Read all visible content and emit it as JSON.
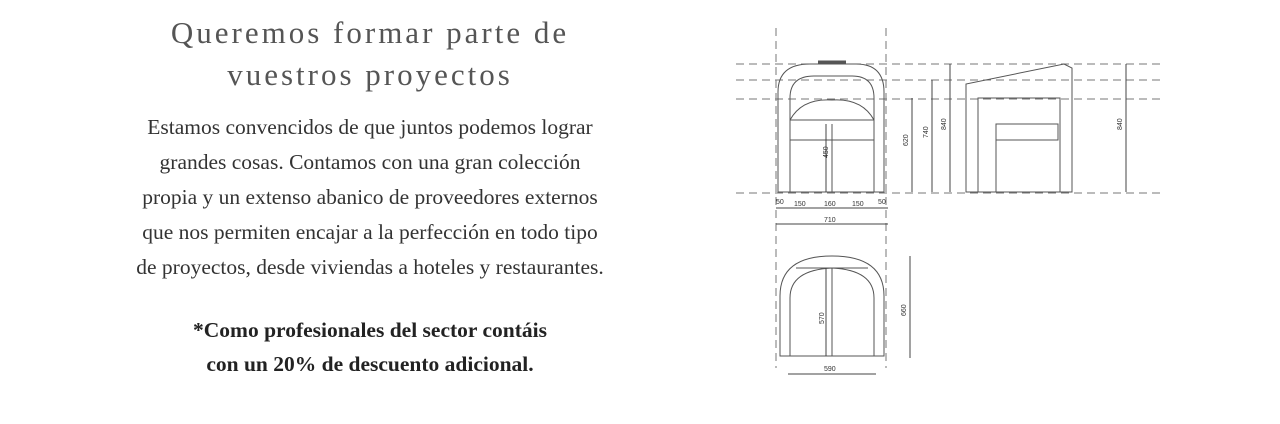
{
  "content": {
    "headline_line1": "Queremos formar parte de",
    "headline_line2": "vuestros proyectos",
    "body_lines": [
      "Estamos convencidos de que juntos podemos lograr",
      "grandes cosas. Contamos con una gran colección",
      "propia y un extenso abanico de proveedores externos",
      "que nos permiten encajar a la perfección en todo tipo",
      "de proyectos, desde viviendas a hoteles y restaurantes."
    ],
    "note_line1": "*Como profesionales del sector contáis",
    "note_line2": "con un 20% de descuento adicional."
  },
  "drawing": {
    "dims": {
      "seat_height": "450",
      "arm_height": "620",
      "back_height": "740",
      "total_height": "840",
      "side_height": "840",
      "arm_left": "50",
      "seat_left": "150",
      "seat_mid": "160",
      "seat_right": "150",
      "arm_right": "50",
      "total_width": "710",
      "top_depth": "570",
      "top_height": "660",
      "top_width": "590"
    }
  }
}
